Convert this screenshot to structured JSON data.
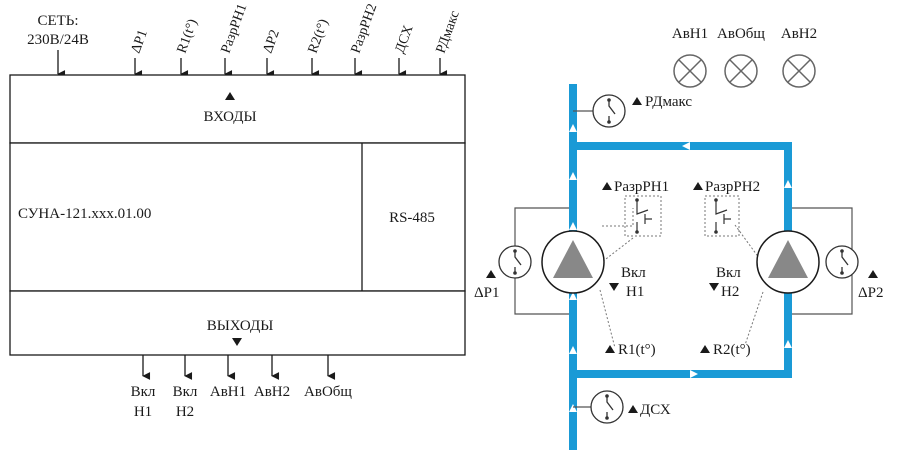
{
  "colors": {
    "line": "#1a1a1a",
    "pipe": "#1a9ad6",
    "pump": "#888888",
    "indicator": "#666666"
  },
  "block_diagram": {
    "power_label_line1": "СЕТЬ:",
    "power_label_line2": "230В/24В",
    "inputs": [
      "ΔP1",
      "R1(t°)",
      "РазрРН1",
      "ΔP2",
      "R2(t°)",
      "РазрРН2",
      "ДСХ",
      "РДмакс"
    ],
    "inputs_title": "ВХОДЫ",
    "controller_name": "СУНА-121.xxx.01.00",
    "interface_label": "RS-485",
    "outputs_title": "ВЫХОДЫ",
    "outputs": [
      {
        "line1": "Вкл",
        "line2": "Н1"
      },
      {
        "line1": "Вкл",
        "line2": "Н2"
      },
      {
        "line1": "АвН1",
        "line2": ""
      },
      {
        "line1": "АвН2",
        "line2": ""
      },
      {
        "line1": "АвОбщ",
        "line2": ""
      }
    ]
  },
  "indicators": {
    "lamps": [
      "АвН1",
      "АвОбщ",
      "АвН2"
    ],
    "lamp_icon": "alarm-lamp-icon"
  },
  "hydraulic": {
    "sensor_top": "РДмакс",
    "sensor_bottom": "ДСХ",
    "enable_pump1": "РазрРН1",
    "enable_pump2": "РазрРН2",
    "dp_left": "ΔP1",
    "dp_right": "ΔP2",
    "pump1_cmd_line1": "Вкл",
    "pump1_cmd_line2": "Н1",
    "pump2_cmd_line1": "Вкл",
    "pump2_cmd_line2": "Н2",
    "thermo1": "R1(t°)",
    "thermo2": "R2(t°)",
    "pump_icon": "pump-triangle-icon",
    "sensor_icon": "pressure-switch-icon",
    "flow_icon": "flow-arrow-icon"
  }
}
